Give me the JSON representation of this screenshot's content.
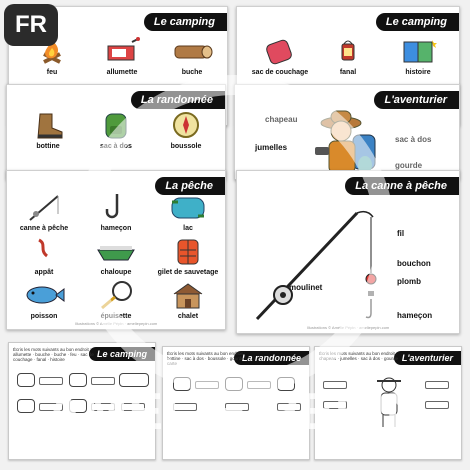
{
  "badge": "FR",
  "watermark": "AMELIE PEPIN",
  "camping_left": {
    "title": "Le camping",
    "items": [
      "feu",
      "allumette",
      "buche"
    ]
  },
  "camping_right": {
    "title": "Le camping",
    "items": [
      "sac de couchage",
      "fanal",
      "histoire"
    ]
  },
  "randonnee": {
    "title": "La randonnée",
    "items": [
      "bottine",
      "sac à dos",
      "boussole"
    ]
  },
  "aventurier": {
    "title": "L'aventurier",
    "labels": [
      "chapeau",
      "jumelles",
      "sac à dos",
      "gourde"
    ]
  },
  "peche": {
    "title": "La pêche",
    "items": [
      "canne à pêche",
      "hameçon",
      "lac",
      "appât",
      "chaloupe",
      "gilet de sauvetage",
      "poisson",
      "épuisette",
      "chalet"
    ],
    "credit": "Illustrations © Amélie Pépin · ameliepepin.com"
  },
  "canne": {
    "title": "La canne à pêche",
    "labels": [
      "fil",
      "bouchon",
      "plomb",
      "hameçon",
      "moulinet"
    ],
    "credit": "Illustrations © Amélie Pépin · ameliepepin.com"
  },
  "ws_camping": {
    "title": "Le camping",
    "instruction": "Écris les mots suivants au bon endroit : allumette · bouche · buche · feu · sac de couchage · fanal · histoire"
  },
  "ws_randonnee": {
    "title": "La randonnée",
    "instruction": "Écris les mots suivants au bon endroit : bottine · sac à dos · boussole · gourde · carte"
  },
  "ws_aventurier": {
    "title": "L'aventurier",
    "instruction": "Écris les mots suivants au bon endroit : chapeau · jumelles · sac à dos · gourde"
  },
  "colors": {
    "accent": "#111111",
    "page": "#ffffff",
    "annotation": "#777777"
  }
}
